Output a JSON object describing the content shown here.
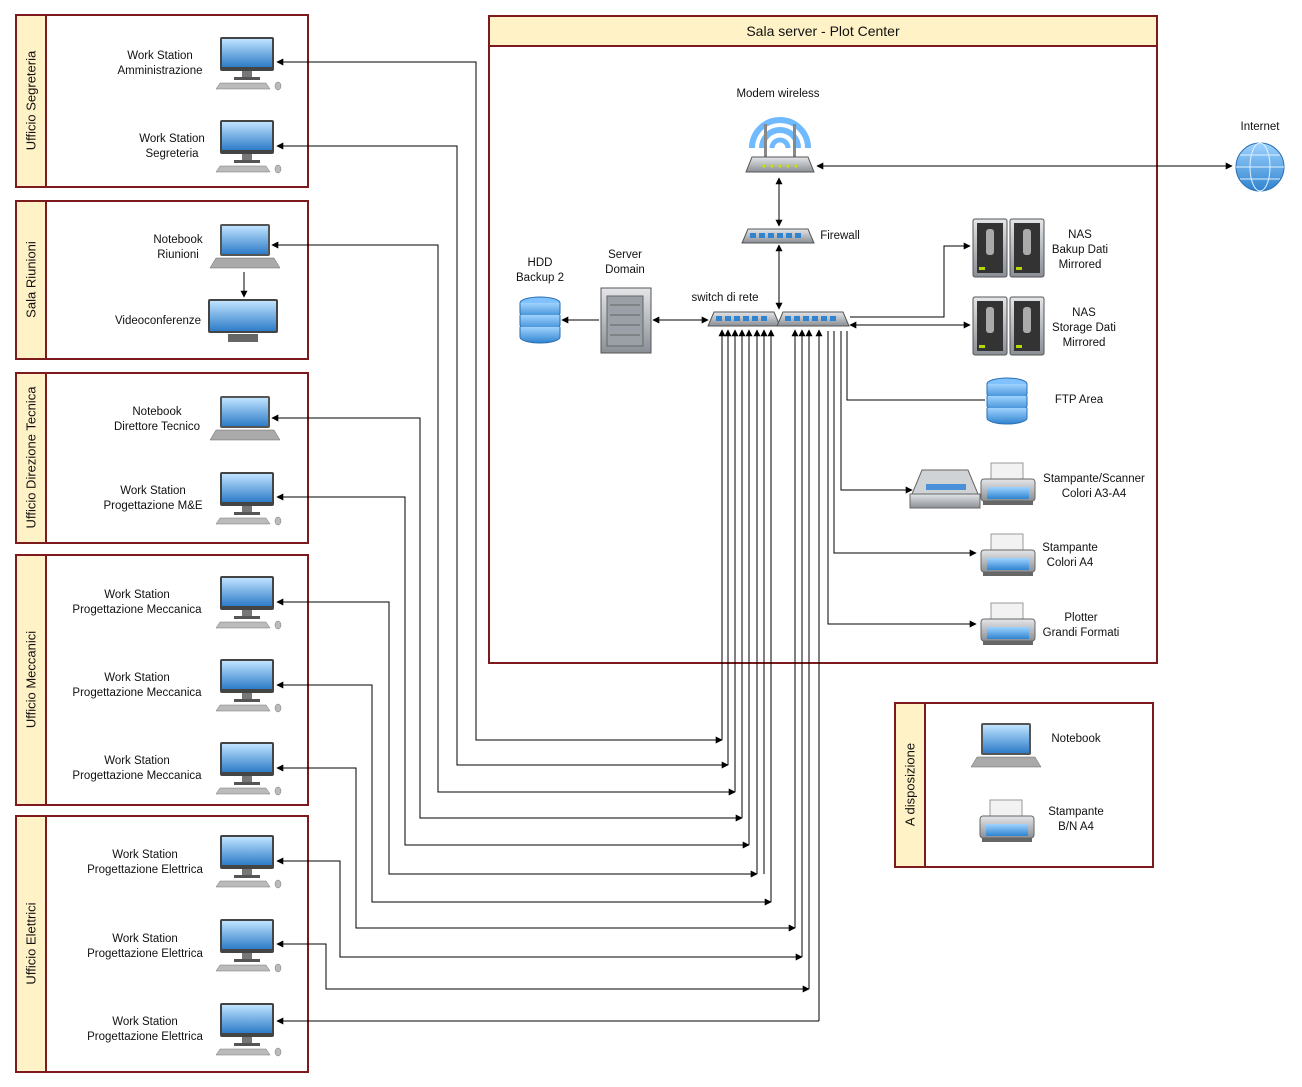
{
  "server_room": {
    "title": "Sala server - Plot Center"
  },
  "devices": {
    "modem": "Modem wireless",
    "internet": "Internet",
    "firewall": "Firewall",
    "switch": "switch di rete",
    "server": "Server\nDomain",
    "hdd": "HDD\nBackup 2",
    "nas1": "NAS\nBakup Dati\nMirrored",
    "nas2": "NAS\nStorage Dati\nMirrored",
    "ftp": "FTP Area",
    "printer_scanner": "Stampante/Scanner\nColori A3-A4",
    "printer_color": "Stampante\nColori A4",
    "plotter": "Plotter\nGrandi Formati"
  },
  "rooms": {
    "segreteria": {
      "label": "Ufficio Segreteria",
      "items": [
        "Work Station\nAmministrazione",
        "Work Station\nSegreteria"
      ]
    },
    "riunioni": {
      "label": "Sala Riunioni",
      "items": [
        "Notebook\nRiunioni",
        "Videoconferenze"
      ]
    },
    "direzione": {
      "label": "Ufficio Direzione Tecnica",
      "items": [
        "Notebook\nDirettore Tecnico",
        "Work Station\nProgettazione M&E"
      ]
    },
    "meccanici": {
      "label": "Ufficio Meccanici",
      "items": [
        "Work Station\nProgettazione Meccanica",
        "Work Station\nProgettazione Meccanica",
        "Work Station\nProgettazione Meccanica"
      ]
    },
    "elettrici": {
      "label": "Ufficio Elettrici",
      "items": [
        "Work Station\nProgettazione Elettrica",
        "Work Station\nProgettazione Elettrica",
        "Work Station\nProgettazione Elettrica"
      ]
    },
    "disposizione": {
      "label": "A disposizione",
      "items": [
        "Notebook",
        "Stampante\nB/N A4"
      ]
    }
  },
  "colors": {
    "border": "#7d1a1d",
    "tab_fill": "#fff2c6",
    "screen": "#3f8fd6",
    "device_gray": "#8a8f96"
  }
}
